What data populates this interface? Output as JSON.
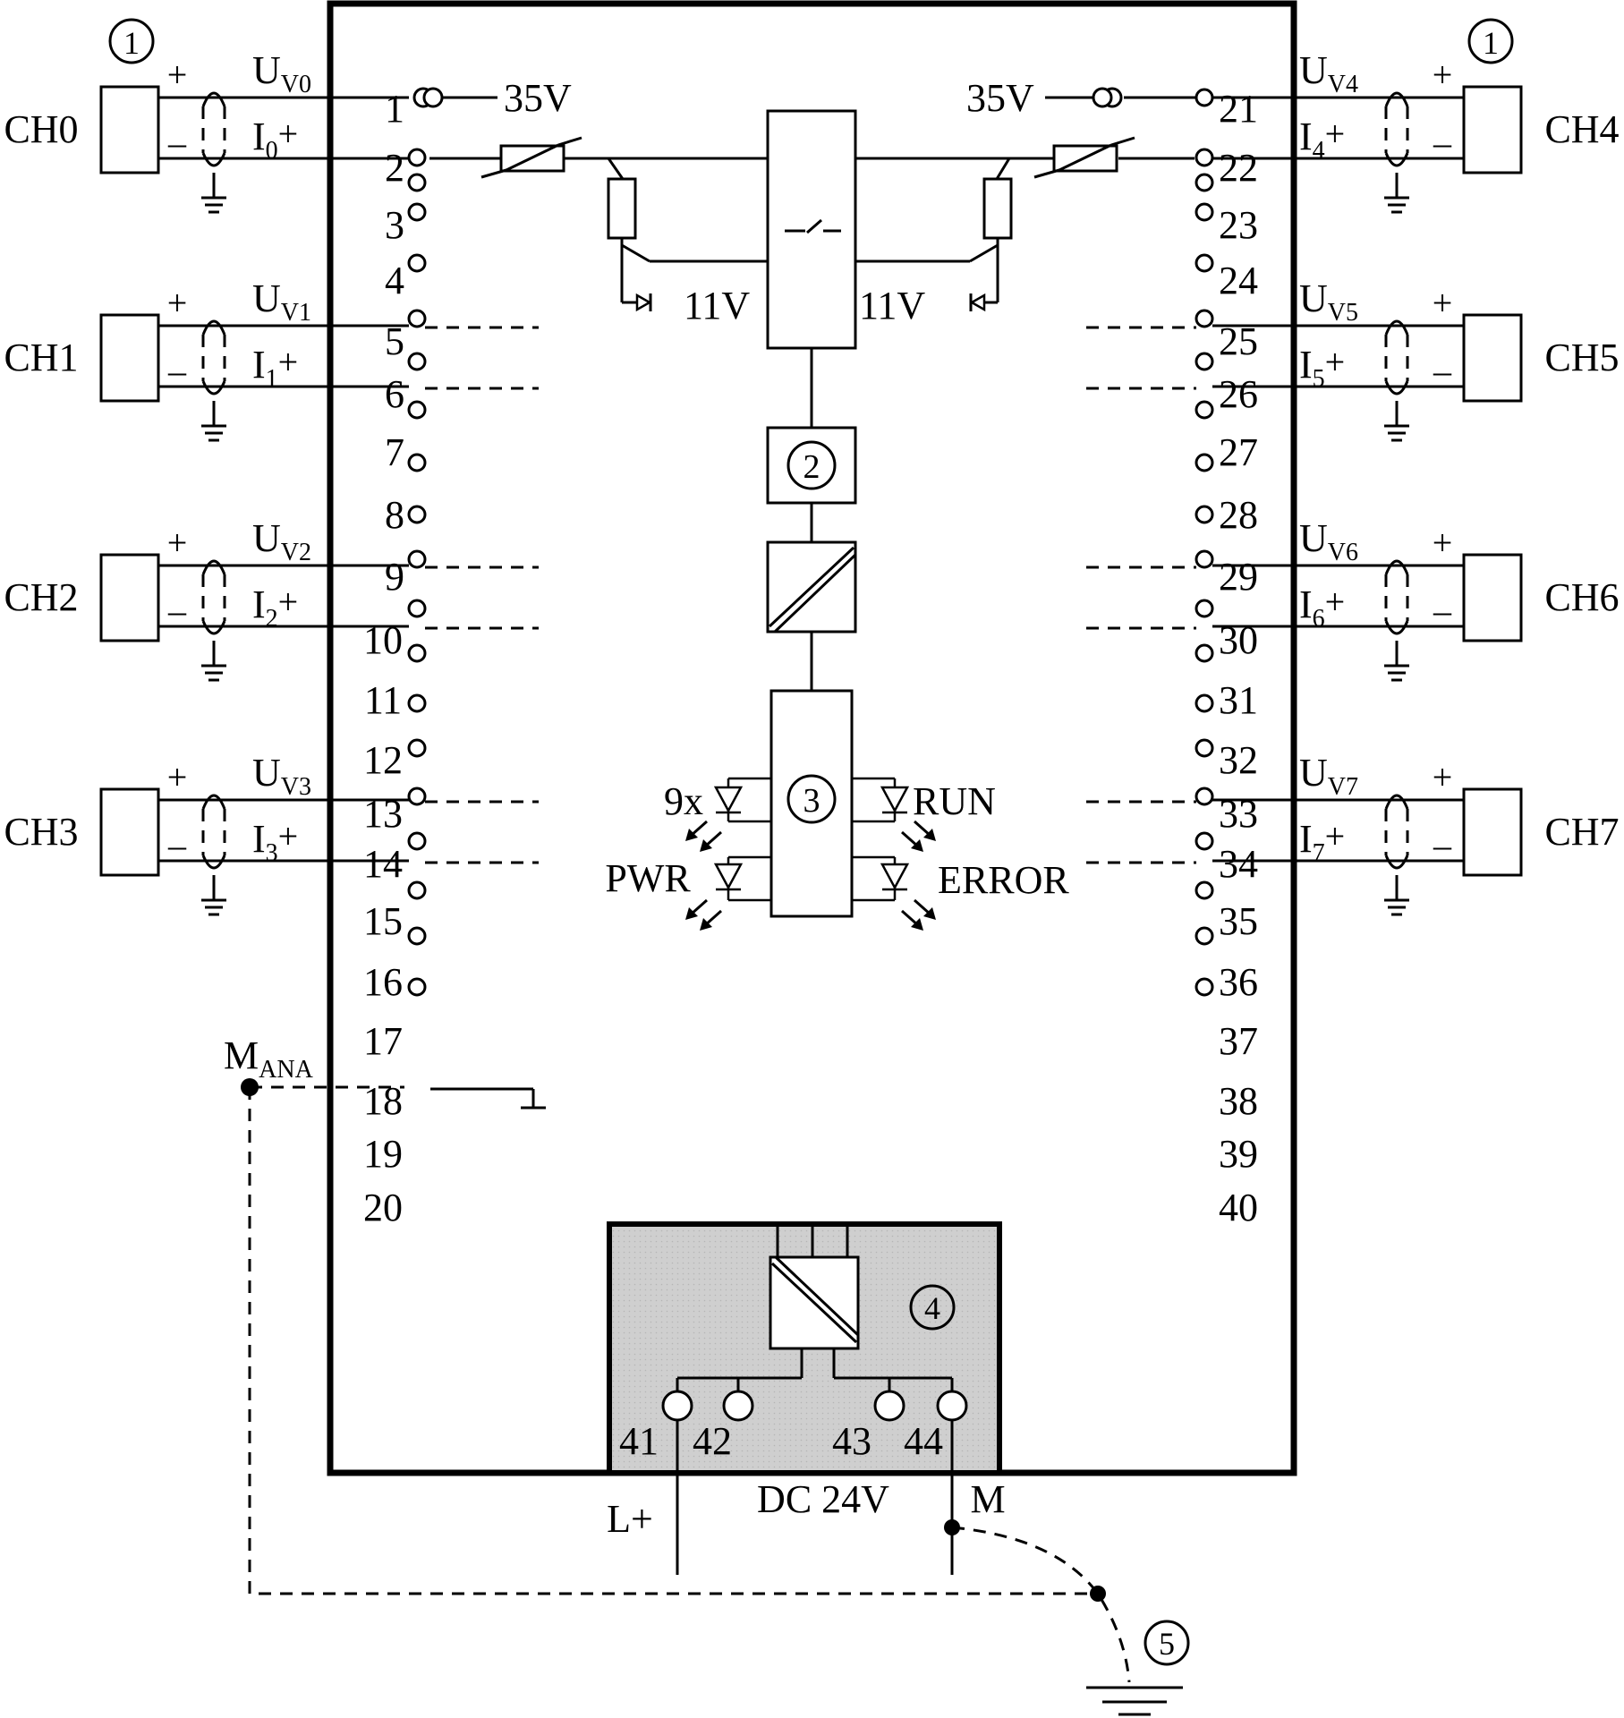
{
  "channels_left": [
    {
      "name": "CH0",
      "uv": "U",
      "uv_sub": "V0",
      "i": "I",
      "i_sub": "0",
      "plus": "+",
      "minus": "–"
    },
    {
      "name": "CH1",
      "uv": "U",
      "uv_sub": "V1",
      "i": "I",
      "i_sub": "1",
      "plus": "+",
      "minus": "–"
    },
    {
      "name": "CH2",
      "uv": "U",
      "uv_sub": "V2",
      "i": "I",
      "i_sub": "2",
      "plus": "+",
      "minus": "–"
    },
    {
      "name": "CH3",
      "uv": "U",
      "uv_sub": "V3",
      "i": "I",
      "i_sub": "3",
      "plus": "+",
      "minus": "–"
    }
  ],
  "channels_right": [
    {
      "name": "CH4",
      "uv": "U",
      "uv_sub": "V4",
      "i": "I",
      "i_sub": "4",
      "plus": "+",
      "minus": "–"
    },
    {
      "name": "CH5",
      "uv": "U",
      "uv_sub": "V5",
      "i": "I",
      "i_sub": "5",
      "plus": "+",
      "minus": "–"
    },
    {
      "name": "CH6",
      "uv": "U",
      "uv_sub": "V6",
      "i": "I",
      "i_sub": "6",
      "plus": "+",
      "minus": "–"
    },
    {
      "name": "CH7",
      "uv": "U",
      "uv_sub": "V7",
      "i": "I",
      "i_sub": "7",
      "plus": "+",
      "minus": "–"
    }
  ],
  "current_plus": "+",
  "terminals_left": [
    "1",
    "2",
    "3",
    "4",
    "5",
    "6",
    "7",
    "8",
    "9",
    "10",
    "11",
    "12",
    "13",
    "14",
    "15",
    "16",
    "17",
    "18",
    "19",
    "20"
  ],
  "terminals_right": [
    "21",
    "22",
    "23",
    "24",
    "25",
    "26",
    "27",
    "28",
    "29",
    "30",
    "31",
    "32",
    "33",
    "34",
    "35",
    "36",
    "37",
    "38",
    "39",
    "40"
  ],
  "supply_terminals": [
    "41",
    "42",
    "43",
    "44"
  ],
  "voltages": {
    "v35_left": "35V",
    "v35_right": "35V",
    "v11_left": "11V",
    "v11_right": "11V"
  },
  "callouts": {
    "sensor_left": "1",
    "sensor_right": "1",
    "converter": "2",
    "logic": "3",
    "power": "4",
    "ground": "5"
  },
  "leds": {
    "channel": "9x",
    "power": "PWR",
    "run": "RUN",
    "error": "ERROR"
  },
  "mana": {
    "main": "M",
    "sub": "ANA"
  },
  "supply": {
    "lplus": "L+",
    "dc": "DC 24V",
    "m": "M"
  },
  "colors": {
    "power_block": "#cfcfcf",
    "line": "#000000"
  }
}
